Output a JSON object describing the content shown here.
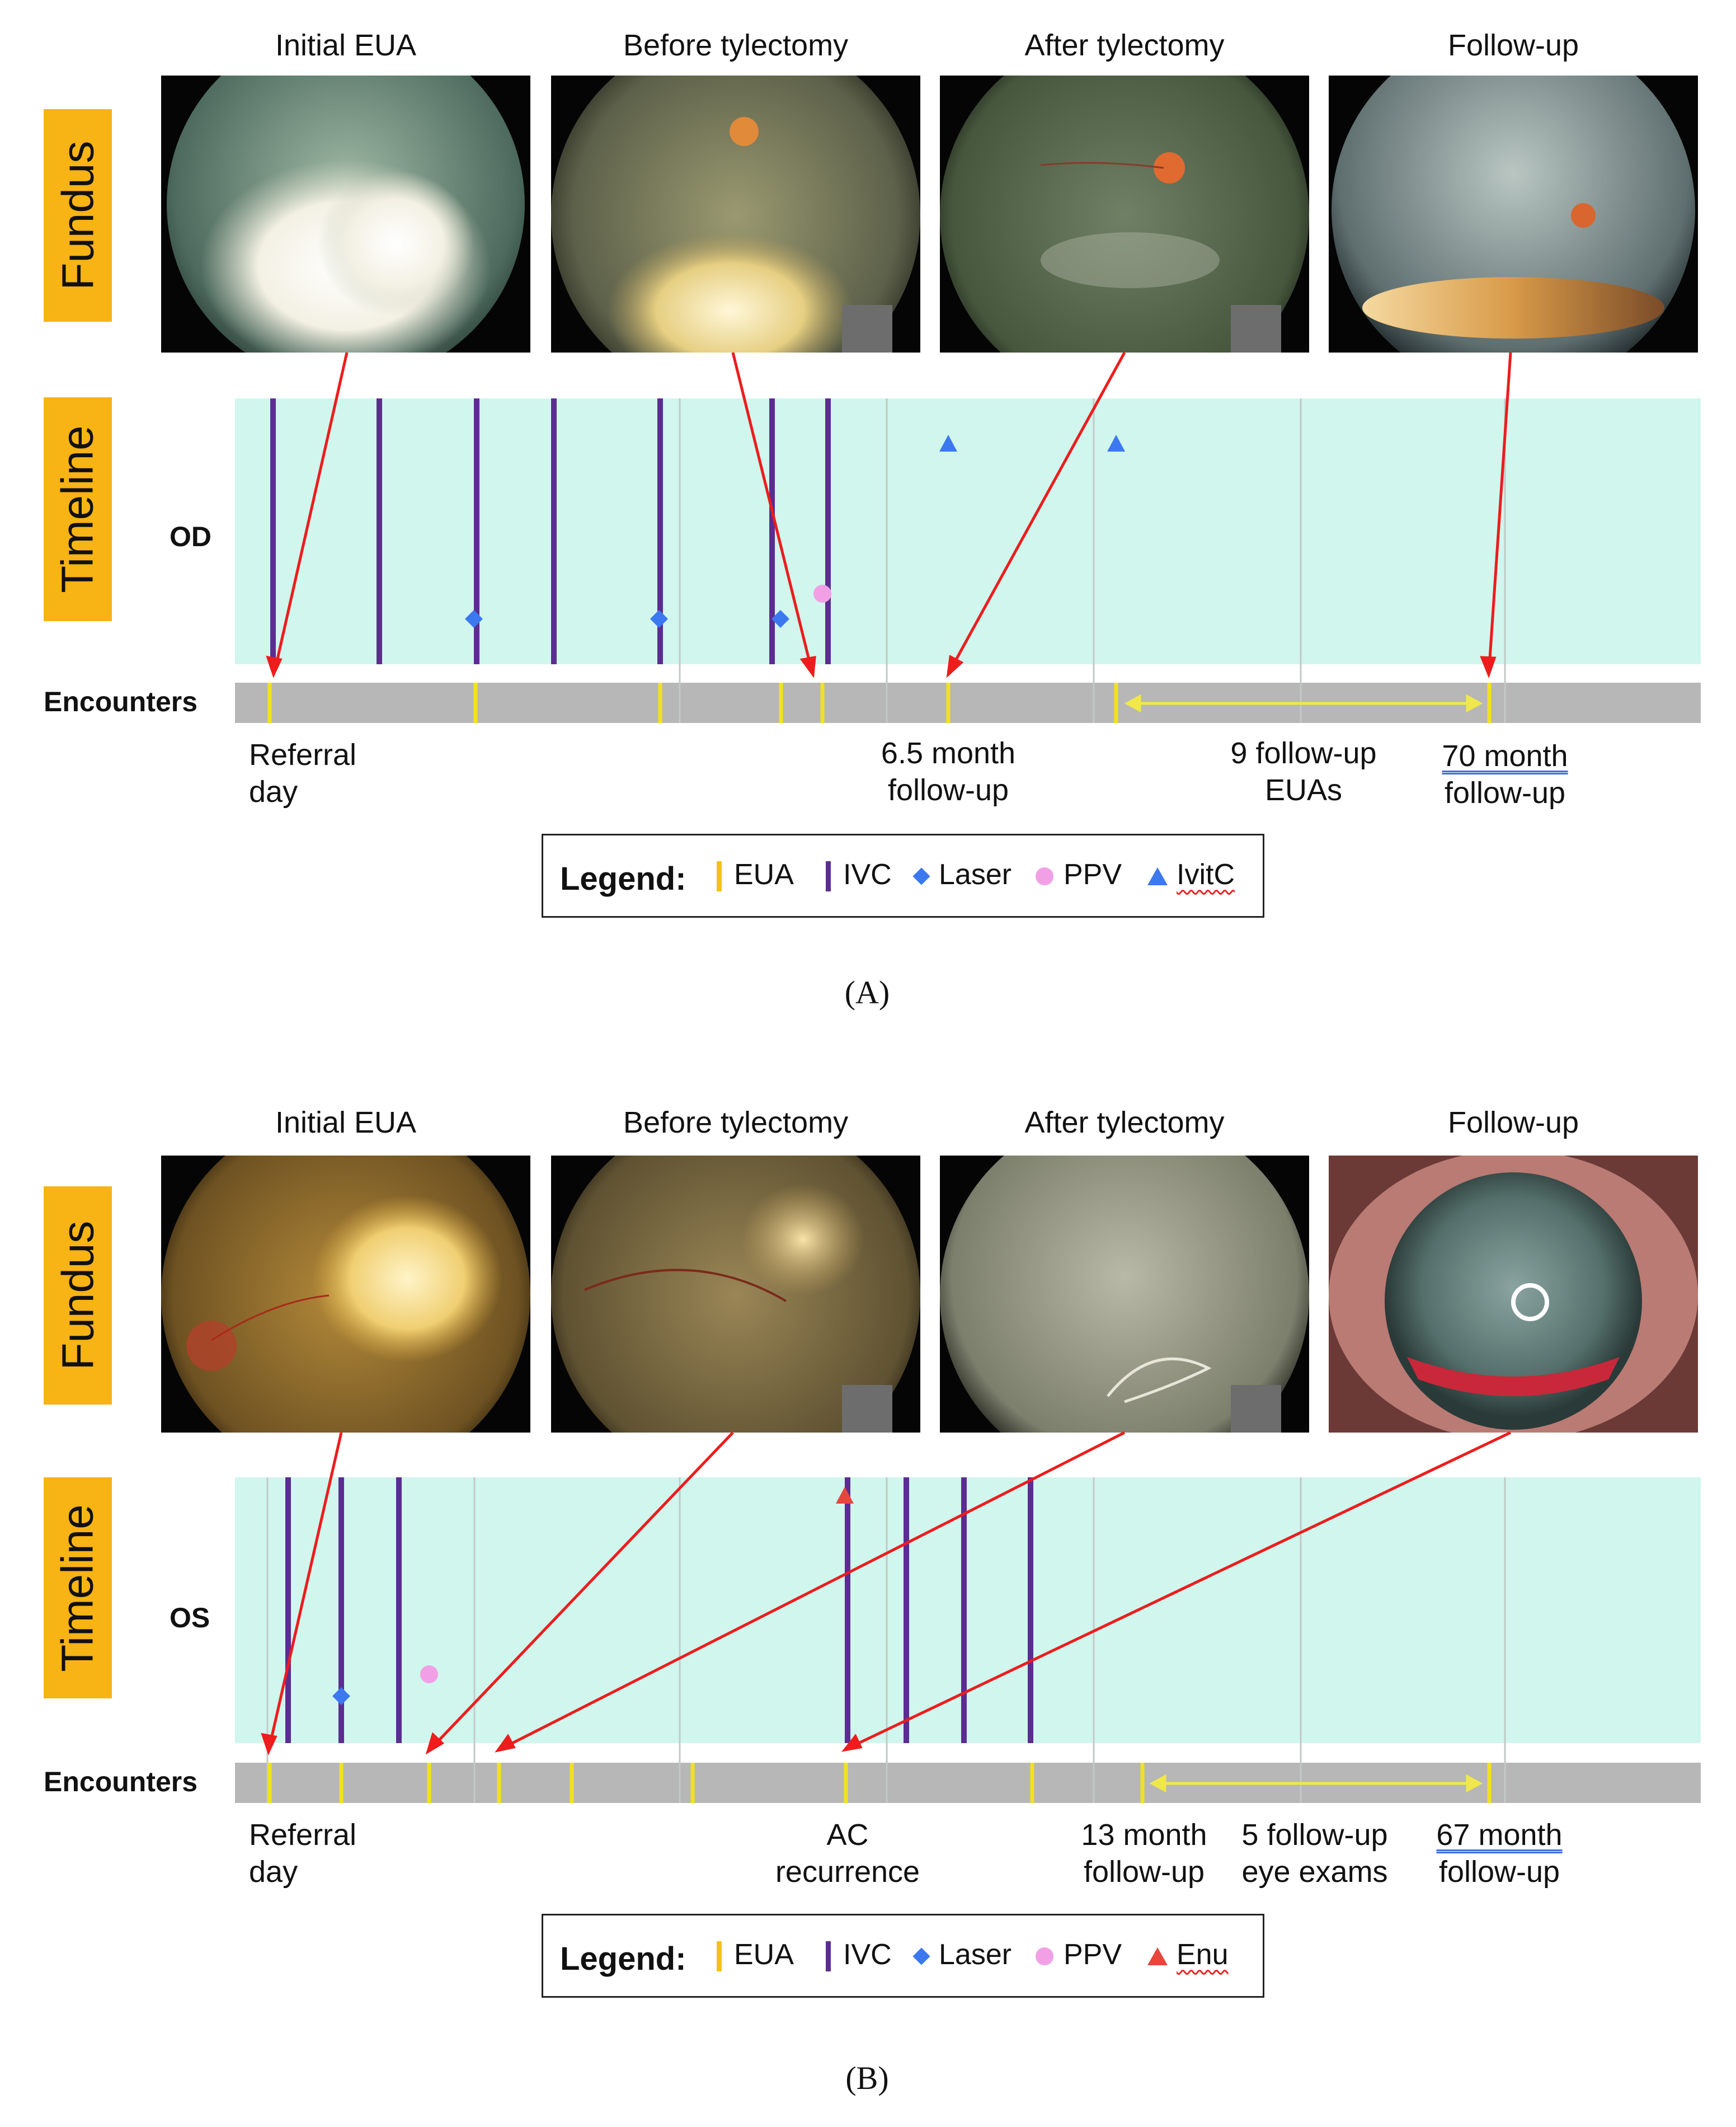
{
  "colors": {
    "fundus_tag": "#f8b314",
    "timeline_bg": "#d0f6ee",
    "encounter_bar": "#b7b7b7",
    "eua": "#f2e21c",
    "ivc": "#5c2d91",
    "laser": "#3c78f0",
    "ppv": "#f2a0e6",
    "ivitc": "#3c78f0",
    "enu": "#e8453c",
    "arrow": "#ee1c1c",
    "span_arrow": "#f0e84a"
  },
  "panels": [
    {
      "id": "A",
      "panel_label": "(A)",
      "fundus_tag": "Fundus",
      "timeline_tag": "Timeline",
      "eye_label": "OD",
      "encounters_label": "Encounters",
      "photo_titles": [
        "Initial EUA",
        "Before tylectomy",
        "After tylectomy",
        "Follow-up"
      ],
      "annotations": {
        "a1": [
          "Referral",
          "day"
        ],
        "a2": [
          "6.5 month",
          "follow-up"
        ],
        "a3": [
          "9 follow-up",
          "EUAs"
        ],
        "a4": [
          "70 month",
          "follow-up"
        ]
      },
      "legend": {
        "title": "Legend:",
        "items": [
          {
            "symbol": "bar-yellow",
            "label": "EUA"
          },
          {
            "symbol": "bar-purple",
            "label": "IVC"
          },
          {
            "symbol": "diamond-blue",
            "label": "Laser"
          },
          {
            "symbol": "circle-pink",
            "label": "PPV"
          },
          {
            "symbol": "triangle-blue",
            "label": "IvitC"
          }
        ]
      }
    },
    {
      "id": "B",
      "panel_label": "(B)",
      "fundus_tag": "Fundus",
      "timeline_tag": "Timeline",
      "eye_label": "OS",
      "encounters_label": "Encounters",
      "photo_titles": [
        "Initial EUA",
        "Before tylectomy",
        "After tylectomy",
        "Follow-up"
      ],
      "annotations": {
        "a1": [
          "Referral",
          "day"
        ],
        "a2": [
          "AC",
          "recurrence"
        ],
        "a3": [
          "13 month",
          "follow-up"
        ],
        "a4": [
          "5 follow-up",
          "eye exams"
        ],
        "a5": [
          "67 month",
          "follow-up"
        ]
      },
      "legend": {
        "title": "Legend:",
        "items": [
          {
            "symbol": "bar-yellow",
            "label": "EUA"
          },
          {
            "symbol": "bar-purple",
            "label": "IVC"
          },
          {
            "symbol": "diamond-blue",
            "label": "Laser"
          },
          {
            "symbol": "circle-pink",
            "label": "PPV"
          },
          {
            "symbol": "triangle-red",
            "label": "Enu"
          }
        ]
      }
    }
  ]
}
